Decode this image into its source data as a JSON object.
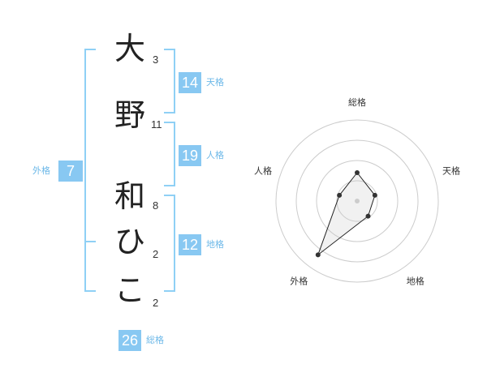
{
  "name": {
    "characters": [
      {
        "char": "大",
        "strokes": "3"
      },
      {
        "char": "野",
        "strokes": "11"
      },
      {
        "char": "和",
        "strokes": "8"
      },
      {
        "char": "ひ",
        "strokes": "2"
      },
      {
        "char": "こ",
        "strokes": "2"
      }
    ]
  },
  "fortune": {
    "tenkaku": {
      "value": "14",
      "label": "天格"
    },
    "jinkaku": {
      "value": "19",
      "label": "人格"
    },
    "chikaku": {
      "value": "12",
      "label": "地格"
    },
    "gaikaku": {
      "value": "7",
      "label": "外格"
    },
    "soukaku": {
      "value": "26",
      "label": "総格"
    }
  },
  "radar": {
    "axes": [
      "総格",
      "天格",
      "地格",
      "外格",
      "人格"
    ],
    "values": [
      0.35,
      0.23,
      0.23,
      0.82,
      0.23
    ],
    "rings": 4
  },
  "colors": {
    "accent": "#88c8f2",
    "bracket": "#8fd0f5",
    "label": "#6cb8e8"
  }
}
